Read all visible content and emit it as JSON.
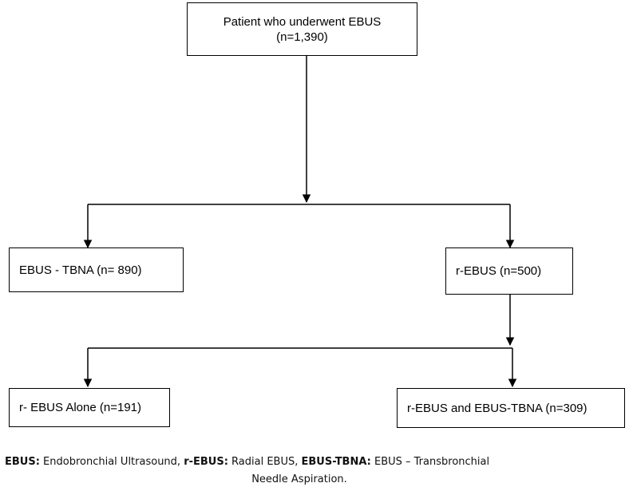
{
  "boxes": {
    "root": {
      "line1": "Patient who underwent EBUS",
      "line2": "(n=1,390)"
    },
    "tbna": "EBUS - TBNA (n= 890)",
    "rebus": "r-EBUS (n=500)",
    "alone": "r- EBUS Alone (n=191)",
    "combined": "r-EBUS and EBUS-TBNA (n=309)"
  },
  "legend": {
    "term1": "EBUS:",
    "def1": " Endobronchial Ultrasound, ",
    "term2": "r-EBUS:",
    "def2": " Radial EBUS, ",
    "term3": "EBUS-TBNA:",
    "def3": " EBUS – Transbronchial",
    "line2": "Needle Aspiration."
  }
}
